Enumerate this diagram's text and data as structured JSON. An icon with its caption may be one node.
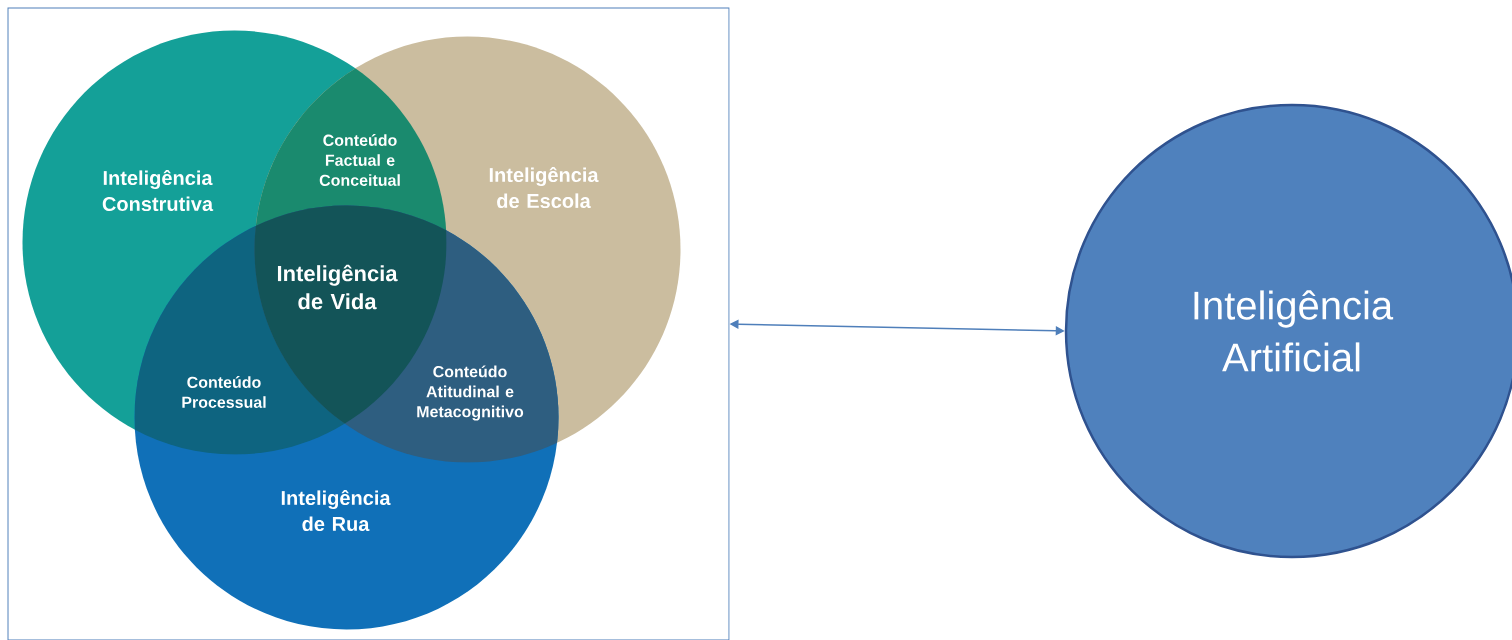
{
  "diagram": {
    "nodes": [
      {
        "text": [],
        "shape": "box"
      },
      {
        "text": [
          "Inteligência Construtiva"
        ],
        "in": 0
      },
      {
        "text": [
          "Inteligência de Escola"
        ],
        "in": 0
      },
      {
        "text": [
          "Inteligência de Rua"
        ],
        "in": 0
      },
      {
        "text": [
          "Inteligência Artificial"
        ]
      }
    ],
    "edges": [
      {
        "from": 0,
        "to": 4,
        "arrow": "both"
      }
    ],
    "labels": [
      "Conteúdo Factual e Conceitual",
      "Inteligência de Vida",
      "Conteúdo Processual",
      "Conteúdo Atitudinal e Metacognitivo"
    ]
  }
}
